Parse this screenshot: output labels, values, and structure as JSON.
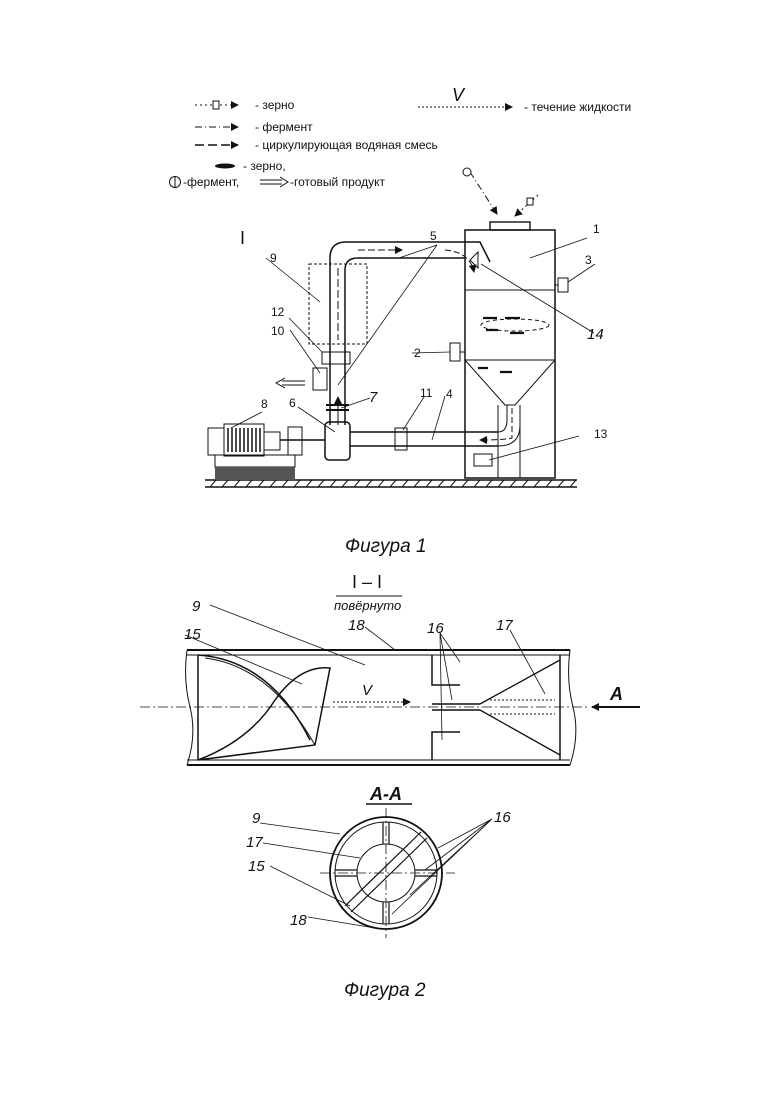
{
  "legend": {
    "grain": "- зерно",
    "enzyme": "- фермент",
    "water": "- циркулирующая водяная смесь",
    "grain2": "- зерно,",
    "enzyme_product": "-фермент,",
    "product": "-готовый продукт",
    "flow_symbol": "V",
    "flow": "- течение жидкости",
    "phi": "Ф"
  },
  "fig1": {
    "caption": "Фигура 1",
    "section_mark": "I",
    "labels": [
      "1",
      "2",
      "3",
      "4",
      "5",
      "6",
      "7",
      "8",
      "9",
      "10",
      "11",
      "12",
      "13",
      "14"
    ]
  },
  "fig2": {
    "caption": "Фигура 2",
    "section_title": "I – I",
    "section_sub": "повёрнуто",
    "view": "A-A",
    "arrow_label": "A",
    "flow_label": "V",
    "labels": {
      "n9": "9",
      "n15": "15",
      "n16": "16",
      "n17": "17",
      "n18": "18"
    }
  }
}
